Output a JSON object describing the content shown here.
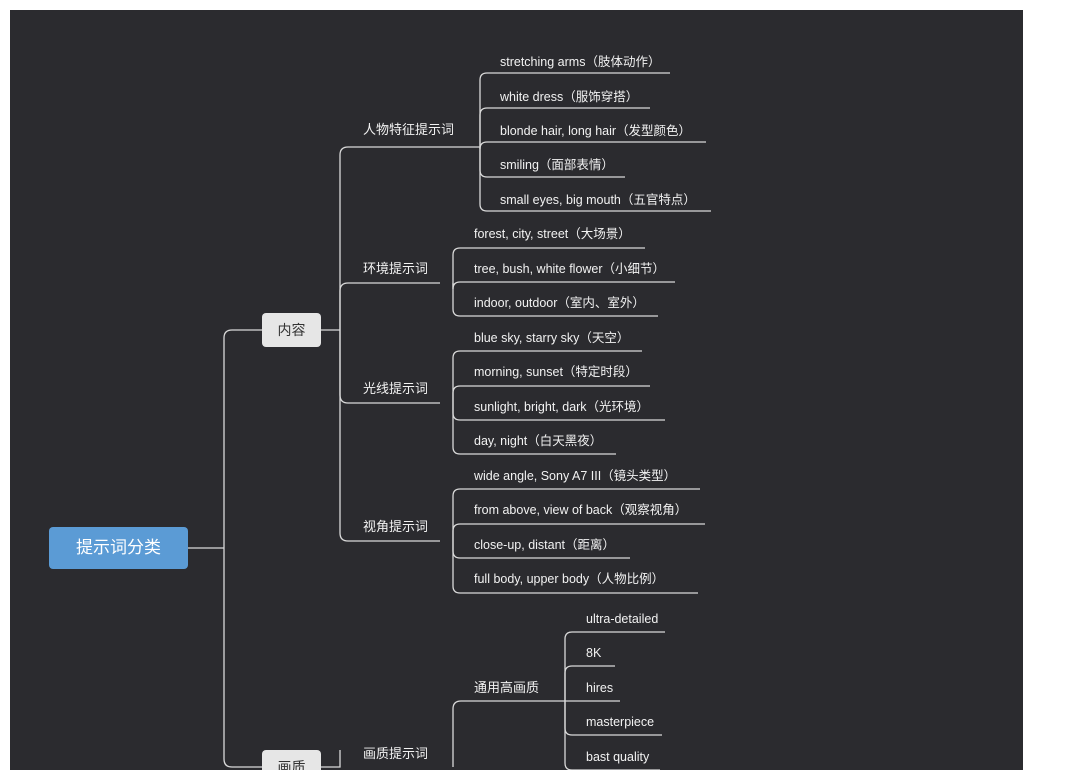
{
  "colors": {
    "background": "#2b2b2f",
    "line": "#d9d9d9",
    "root": "#5b9bd5",
    "pill": "#e6e6e6"
  },
  "root": {
    "label": "提示词分类"
  },
  "branches": [
    {
      "label": "内容",
      "categories": [
        {
          "label": "人物特征提示词",
          "items": [
            "stretching arms（肢体动作）",
            "white dress（服饰穿搭）",
            "blonde hair, long hair（发型颜色）",
            "smiling（面部表情）",
            "small eyes, big mouth（五官特点）"
          ]
        },
        {
          "label": "环境提示词",
          "items": [
            "forest, city, street（大场景）",
            "tree, bush, white flower（小细节）",
            "indoor, outdoor（室内、室外）"
          ]
        },
        {
          "label": "光线提示词",
          "items": [
            "blue sky, starry sky（天空）",
            "morning, sunset（特定时段）",
            "sunlight, bright, dark（光环境）",
            "day, night（白天黑夜）"
          ]
        },
        {
          "label": "视角提示词",
          "items": [
            "wide angle, Sony A7 III（镜头类型）",
            "from above, view of back（观察视角）",
            "close-up, distant（距离）",
            "full body, upper body（人物比例）"
          ]
        }
      ]
    },
    {
      "label": "画质",
      "categories": [
        {
          "label": "画质提示词",
          "subcategories": [
            {
              "label": "通用高画质",
              "items": [
                "ultra-detailed",
                "8K",
                "hires",
                "masterpiece",
                "bast quality"
              ]
            }
          ]
        }
      ]
    }
  ]
}
